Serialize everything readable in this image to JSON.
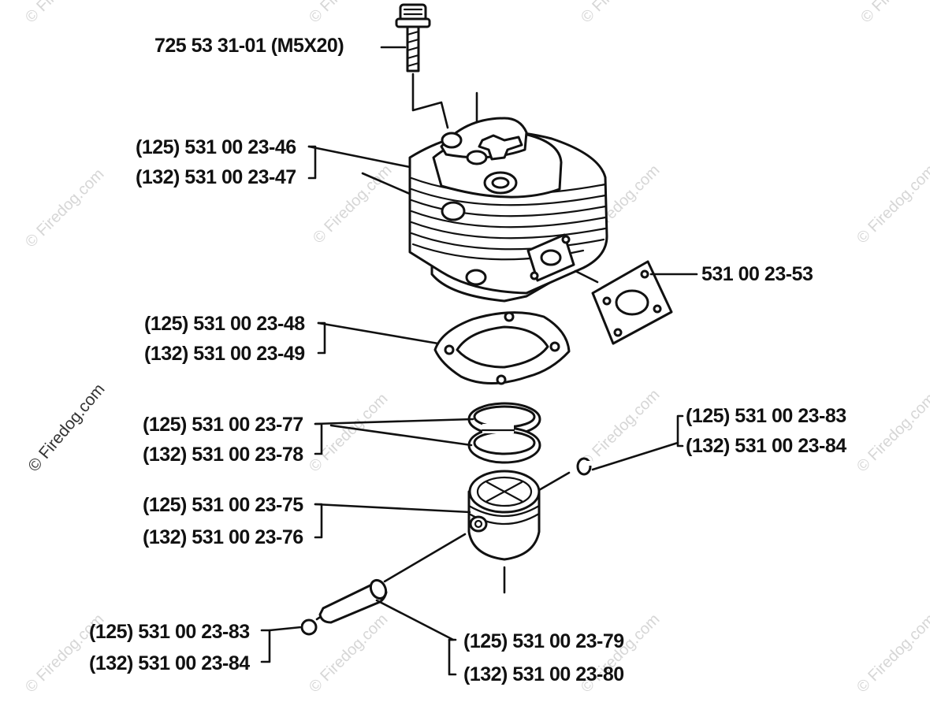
{
  "watermark": {
    "text": "© Firedog.com",
    "prominent_text": "© Firedog.com"
  },
  "parts": {
    "screw": "725 53 31-01 (M5X20)",
    "cylinder": [
      "(125) 531 00 23-46",
      "(132) 531 00 23-47"
    ],
    "exhaust_gasket": "531 00 23-53",
    "base_gasket": [
      "(125) 531 00 23-48",
      "(132) 531 00 23-49"
    ],
    "piston_rings": [
      "(125) 531 00 23-77",
      "(132) 531 00 23-78"
    ],
    "circlip_right": [
      "(125) 531 00 23-83",
      "(132) 531 00 23-84"
    ],
    "piston": [
      "(125) 531 00 23-75",
      "(132) 531 00 23-76"
    ],
    "circlip_left": [
      "(125) 531 00 23-83",
      "(132) 531 00 23-84"
    ],
    "piston_pin": [
      "(125) 531 00 23-79",
      "(132) 531 00 23-80"
    ]
  },
  "icons": {
    "screw": "screw-icon",
    "cylinder": "cylinder-icon",
    "gasket": "gasket-icon",
    "ring": "piston-ring-icon",
    "piston": "piston-icon",
    "pin": "piston-pin-icon",
    "circlip": "circlip-icon"
  }
}
